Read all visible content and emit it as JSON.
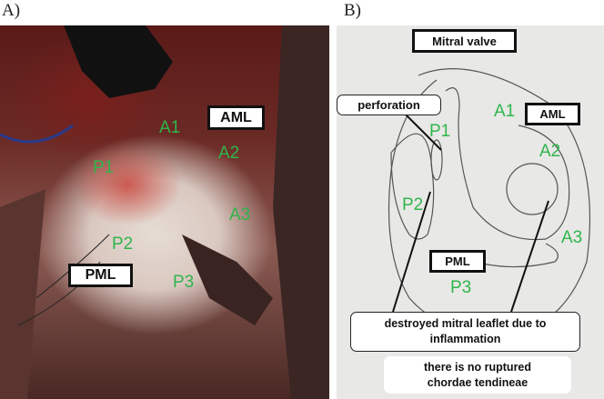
{
  "panels": {
    "a_label": "A)",
    "b_label": "B)"
  },
  "photo": {
    "labels": {
      "a1": "A1",
      "a2": "A2",
      "a3": "A3",
      "p1": "P1",
      "p2": "P2",
      "p3": "P3"
    },
    "aml": "AML",
    "pml": "PML"
  },
  "sketch": {
    "title": "Mitral valve",
    "perforation": "perforation",
    "aml": "AML",
    "pml": "PML",
    "labels": {
      "a1": "A1",
      "a2": "A2",
      "a3": "A3",
      "p1": "P1",
      "p2": "P2",
      "p3": "P3"
    },
    "destroyed": "destroyed mitral leaflet due to inflammation",
    "no_rupture": "there is no ruptured chordae tendineae"
  },
  "colors": {
    "segment_label": "#2fb54c"
  }
}
